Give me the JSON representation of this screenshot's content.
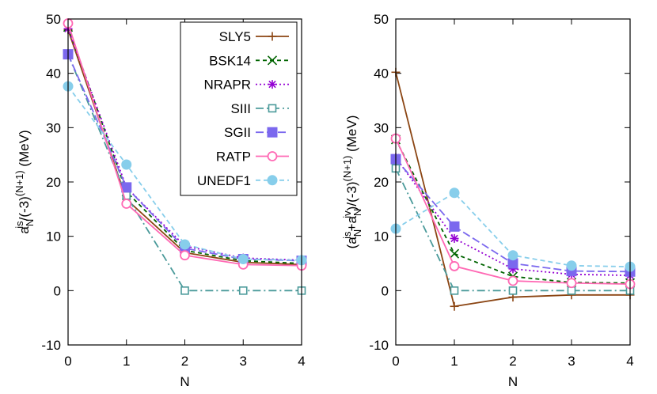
{
  "chart_data": [
    {
      "type": "line",
      "x": [
        0,
        1,
        2,
        3,
        4
      ],
      "xlabel": "N",
      "ylabel": {
        "base": "a",
        "sub": "N",
        "sup": "is",
        "tail": "/(-3)",
        "tail_sup": "(N+1)",
        "unit": " (MeV)"
      },
      "xlim": [
        0,
        4
      ],
      "ylim": [
        -10,
        50
      ],
      "xticks": [
        0,
        1,
        2,
        3,
        4
      ],
      "yticks": [
        -10,
        0,
        10,
        20,
        30,
        40,
        50
      ],
      "legend": "top-right",
      "series": [
        {
          "name": "SLY5",
          "color": "#8b4513",
          "dash": "none",
          "marker": "plus",
          "values": [
            48.0,
            16.8,
            7.0,
            5.2,
            4.8
          ]
        },
        {
          "name": "BSK14",
          "color": "#006400",
          "dash": "5,4",
          "marker": "cross",
          "values": [
            48.5,
            18.2,
            7.4,
            5.5,
            5.0
          ]
        },
        {
          "name": "NRAPR",
          "color": "#9400d3",
          "dash": "2,3",
          "marker": "star",
          "values": [
            48.2,
            19.0,
            8.2,
            6.0,
            5.6
          ]
        },
        {
          "name": "SIII",
          "color": "#4a9a9a",
          "dash": "10,4,2,4",
          "marker": "open-square",
          "values": [
            43.5,
            17.5,
            0.0,
            0.0,
            0.0
          ]
        },
        {
          "name": "SGII",
          "color": "#7b68ee",
          "dash": "10,4",
          "marker": "filled-square",
          "values": [
            43.5,
            19.0,
            7.8,
            5.8,
            5.5
          ]
        },
        {
          "name": "RATP",
          "color": "#ff69b4",
          "dash": "none",
          "marker": "open-circle",
          "values": [
            49.2,
            16.0,
            6.5,
            4.8,
            4.6
          ]
        },
        {
          "name": "UNEDF1",
          "color": "#87ceeb",
          "dash": "6,4",
          "marker": "filled-circle",
          "values": [
            37.6,
            23.2,
            8.5,
            5.8,
            5.6
          ]
        }
      ]
    },
    {
      "type": "line",
      "x": [
        0,
        1,
        2,
        3,
        4
      ],
      "xlabel": "N",
      "ylabel": {
        "open": "(a",
        "sub1": "N",
        "sup1": "is",
        "mid": "+a",
        "sub2": "N",
        "sup2": "iv",
        "tail": ")/(-3)",
        "tail_sup": "(N+1)",
        "unit": " (MeV)"
      },
      "xlim": [
        0,
        4
      ],
      "ylim": [
        -10,
        50
      ],
      "xticks": [
        0,
        1,
        2,
        3,
        4
      ],
      "yticks": [
        -10,
        0,
        10,
        20,
        30,
        40,
        50
      ],
      "series": [
        {
          "name": "SLY5",
          "values": [
            40.2,
            -2.9,
            -1.2,
            -0.8,
            -0.8
          ]
        },
        {
          "name": "BSK14",
          "values": [
            27.8,
            6.8,
            2.6,
            1.5,
            1.4
          ]
        },
        {
          "name": "NRAPR",
          "values": [
            24.5,
            9.6,
            4.0,
            3.0,
            2.8
          ]
        },
        {
          "name": "SIII",
          "values": [
            22.5,
            0.0,
            0.0,
            0.0,
            0.0
          ]
        },
        {
          "name": "SGII",
          "values": [
            24.2,
            11.8,
            5.0,
            3.6,
            3.5
          ]
        },
        {
          "name": "RATP",
          "values": [
            28.0,
            4.5,
            1.8,
            1.4,
            1.2
          ]
        },
        {
          "name": "UNEDF1",
          "values": [
            11.4,
            18.0,
            6.5,
            4.6,
            4.4
          ]
        }
      ]
    }
  ]
}
